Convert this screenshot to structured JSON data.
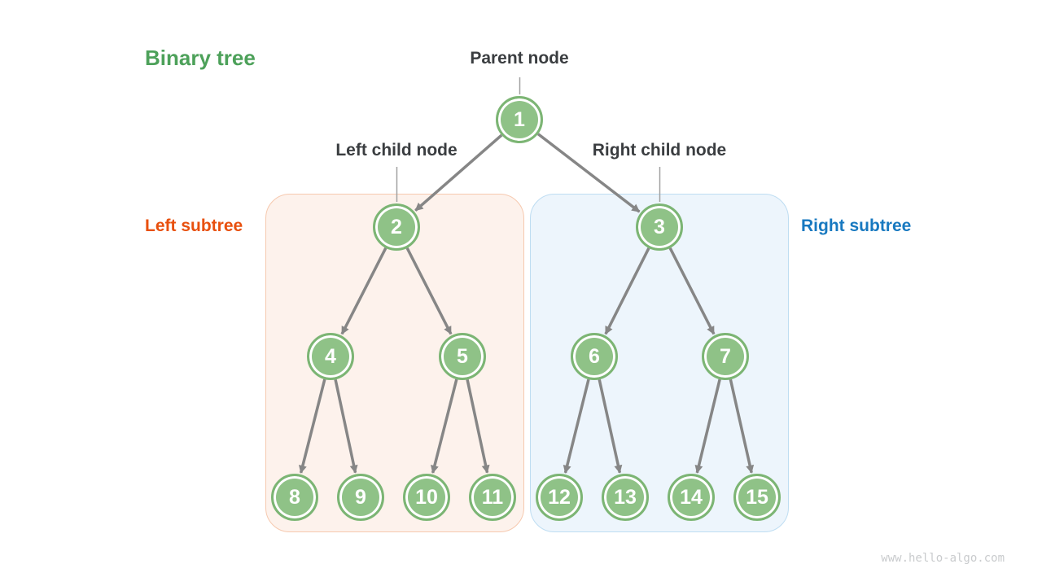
{
  "page": {
    "background_color": "#ffffff",
    "watermark": "www.hello-algo.com"
  },
  "title": {
    "text": "Binary tree",
    "color": "#4da15a"
  },
  "annotations": {
    "parent_node_label": "Parent node",
    "left_child_label": "Left child node",
    "right_child_label": "Right child node",
    "pointer_line_color": "#a0a0a0"
  },
  "regions": {
    "left_subtree": {
      "label": "Left subtree",
      "label_color": "#e8500e",
      "fill": "#fdf2ec",
      "border": "#f6c9af"
    },
    "right_subtree": {
      "label": "Right subtree",
      "label_color": "#1879c0",
      "fill": "#edf5fc",
      "border": "#beddf2"
    }
  },
  "tree": {
    "node_fill": "#8fc287",
    "node_border": "#7cb574",
    "node_text_color": "#ffffff",
    "edge_color": "#868686",
    "nodes": [
      {
        "id": 1,
        "value": "1"
      },
      {
        "id": 2,
        "value": "2"
      },
      {
        "id": 3,
        "value": "3"
      },
      {
        "id": 4,
        "value": "4"
      },
      {
        "id": 5,
        "value": "5"
      },
      {
        "id": 6,
        "value": "6"
      },
      {
        "id": 7,
        "value": "7"
      },
      {
        "id": 8,
        "value": "8"
      },
      {
        "id": 9,
        "value": "9"
      },
      {
        "id": 10,
        "value": "10"
      },
      {
        "id": 11,
        "value": "11"
      },
      {
        "id": 12,
        "value": "12"
      },
      {
        "id": 13,
        "value": "13"
      },
      {
        "id": 14,
        "value": "14"
      },
      {
        "id": 15,
        "value": "15"
      }
    ],
    "edges": [
      [
        1,
        2
      ],
      [
        1,
        3
      ],
      [
        2,
        4
      ],
      [
        2,
        5
      ],
      [
        3,
        6
      ],
      [
        3,
        7
      ],
      [
        4,
        8
      ],
      [
        4,
        9
      ],
      [
        5,
        10
      ],
      [
        5,
        11
      ],
      [
        6,
        12
      ],
      [
        6,
        13
      ],
      [
        7,
        14
      ],
      [
        7,
        15
      ]
    ]
  }
}
